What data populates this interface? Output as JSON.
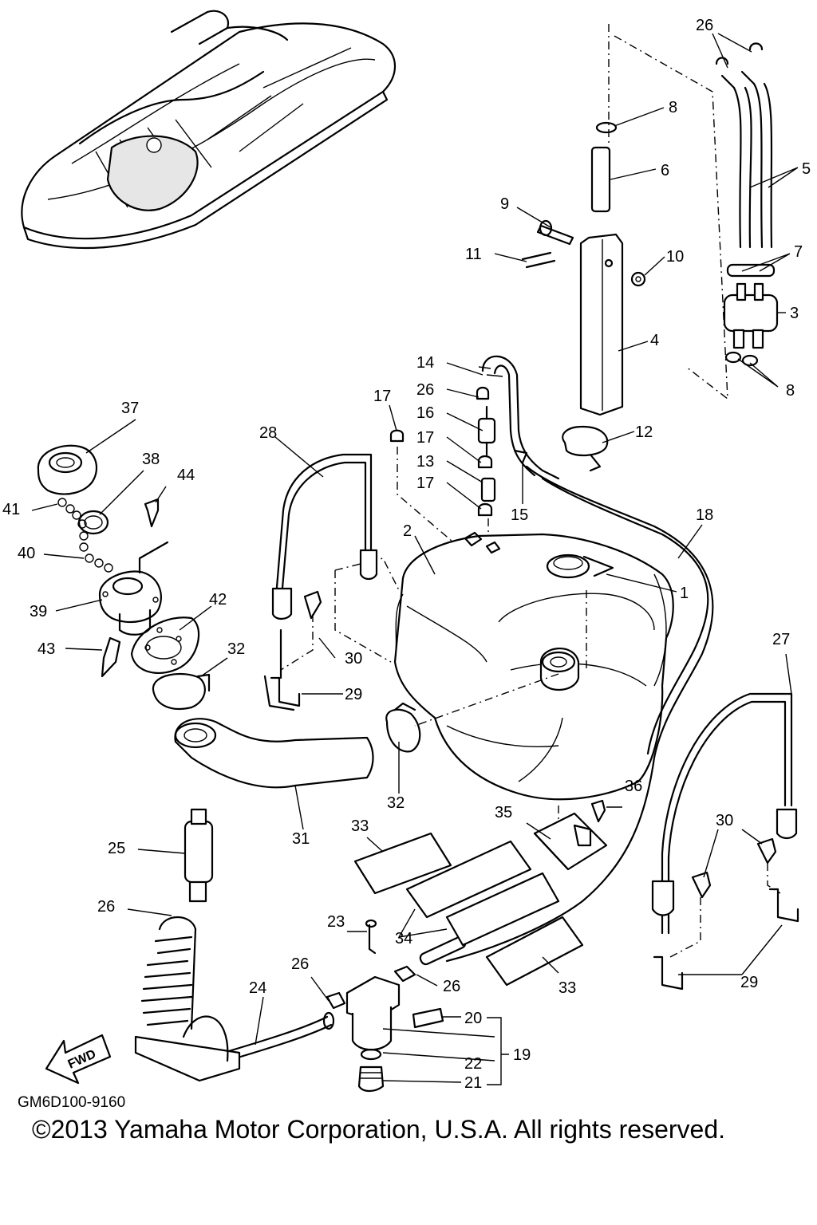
{
  "diagram_code": "GM6D100-9160",
  "copyright": "©2013 Yamaha Motor Corporation, U.S.A. All rights reserved.",
  "fwd_label": "FWD",
  "callouts": [
    "1",
    "2",
    "3",
    "4",
    "5",
    "6",
    "7",
    "8",
    "8",
    "9",
    "10",
    "11",
    "12",
    "13",
    "14",
    "15",
    "16",
    "17",
    "17",
    "17",
    "18",
    "19",
    "20",
    "21",
    "22",
    "23",
    "24",
    "25",
    "26",
    "26",
    "26",
    "26",
    "27",
    "28",
    "29",
    "29",
    "30",
    "30",
    "31",
    "32",
    "32",
    "33",
    "33",
    "34",
    "35",
    "36",
    "37",
    "38",
    "39",
    "40",
    "41",
    "42",
    "43",
    "44"
  ]
}
